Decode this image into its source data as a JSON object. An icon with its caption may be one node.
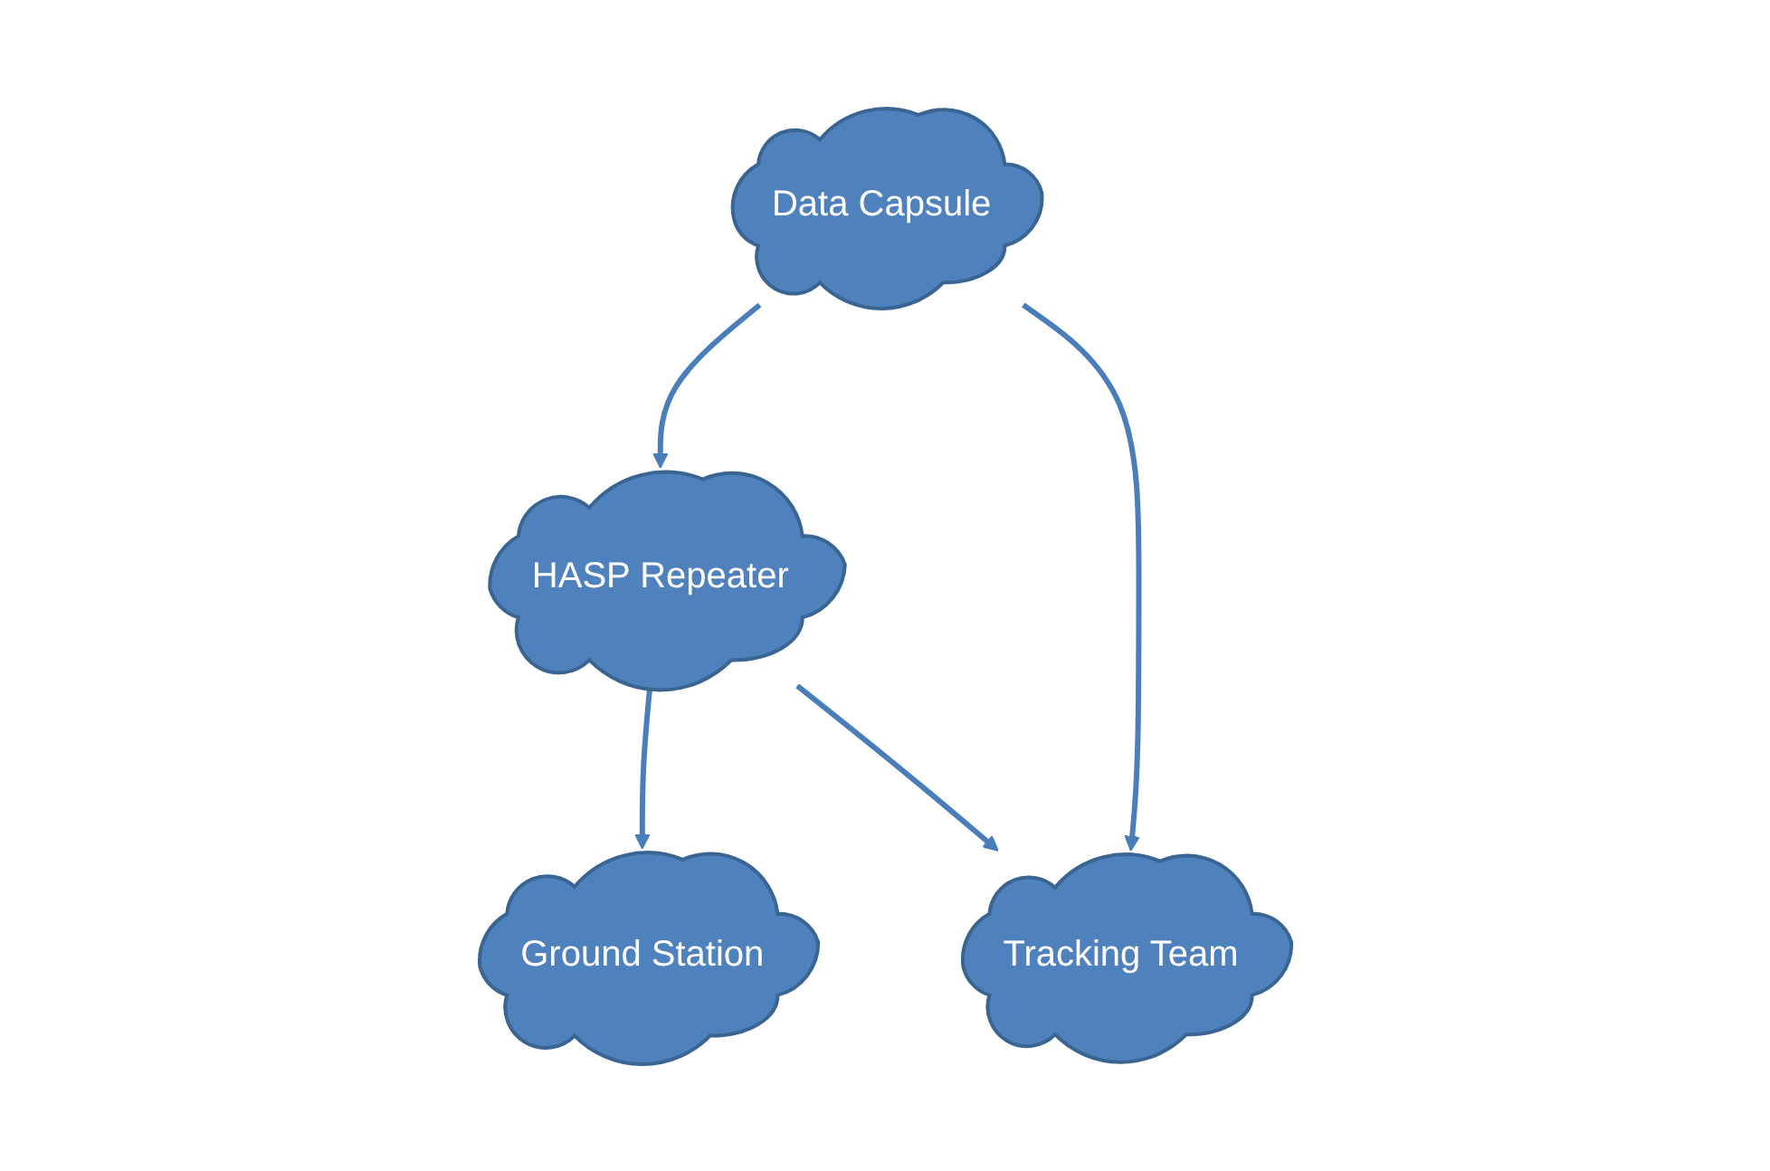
{
  "diagram": {
    "nodes": [
      {
        "text": [
          "HASP Repeater"
        ]
      },
      {
        "text": [
          "Ground Station"
        ]
      },
      {
        "text": [
          "Data Capsule"
        ]
      },
      {
        "text": [
          "Tracking Team"
        ]
      }
    ],
    "edges": [
      {
        "from": 0,
        "to": 1,
        "arrow": "to"
      },
      {
        "from": 0,
        "to": 3,
        "arrow": "to"
      },
      {
        "from": 2,
        "to": 0,
        "arrow": "to"
      },
      {
        "from": 2,
        "to": 3,
        "arrow": "to"
      }
    ]
  }
}
